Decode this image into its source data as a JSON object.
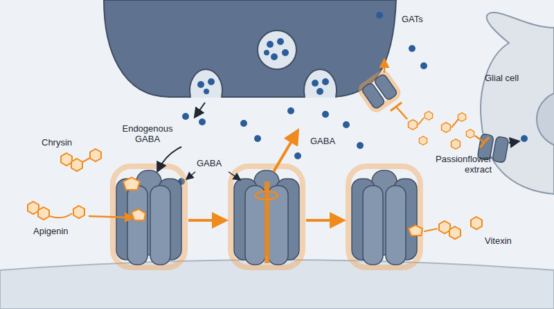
{
  "diagram": {
    "labels": [
      "GATs",
      "Glial cell",
      "Endogenous GABA",
      "GABA",
      "Passionflower extract",
      "GABA",
      "Chrysin",
      "Apigenin",
      "Vitexin"
    ]
  }
}
